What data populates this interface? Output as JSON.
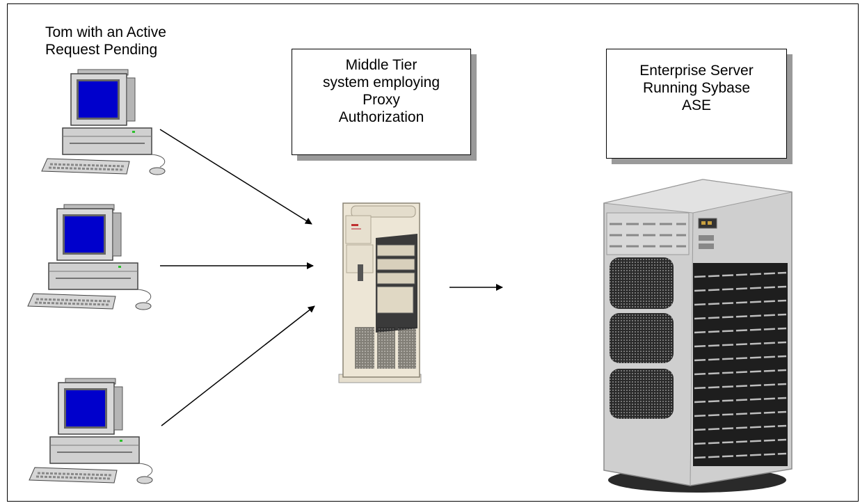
{
  "client_caption": "Tom with an Active\nRequest Pending",
  "middle_tier": {
    "label": "Middle Tier\nsystem employing\nProxy\nAuthorization"
  },
  "enterprise": {
    "label": "Enterprise Server\nRunning Sybase\nASE"
  },
  "colors": {
    "screen": "#0000cc",
    "case": "#d8d8d8",
    "server_body": "#ede6d6",
    "enterprise_body": "#cfcfcf",
    "shadow": "#9a9a9a"
  },
  "icons": [
    "client-computer-icon",
    "middle-tier-server-icon",
    "enterprise-server-icon"
  ]
}
